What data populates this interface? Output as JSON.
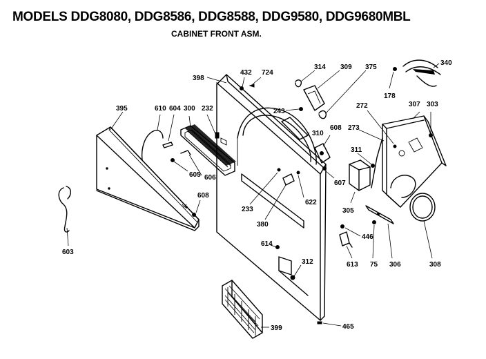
{
  "header": {
    "title": "MODELS DDG8080, DDG8586, DDG8588, DDG9580, DDG9680MBL",
    "subtitle": "CABINET FRONT ASM."
  },
  "parts": [
    {
      "id": "p398",
      "label": "398"
    },
    {
      "id": "p432",
      "label": "432"
    },
    {
      "id": "p724",
      "label": "724"
    },
    {
      "id": "p314",
      "label": "314"
    },
    {
      "id": "p309",
      "label": "309"
    },
    {
      "id": "p375",
      "label": "375"
    },
    {
      "id": "p340",
      "label": "340"
    },
    {
      "id": "p178",
      "label": "178"
    },
    {
      "id": "p395",
      "label": "395"
    },
    {
      "id": "p610",
      "label": "610"
    },
    {
      "id": "p604",
      "label": "604"
    },
    {
      "id": "p300",
      "label": "300"
    },
    {
      "id": "p232",
      "label": "232"
    },
    {
      "id": "p243",
      "label": "243"
    },
    {
      "id": "p272",
      "label": "272"
    },
    {
      "id": "p307",
      "label": "307"
    },
    {
      "id": "p303",
      "label": "303"
    },
    {
      "id": "p310",
      "label": "310"
    },
    {
      "id": "p608a",
      "label": "608"
    },
    {
      "id": "p273",
      "label": "273"
    },
    {
      "id": "p311",
      "label": "311"
    },
    {
      "id": "p605",
      "label": "605"
    },
    {
      "id": "p606",
      "label": "606"
    },
    {
      "id": "p607",
      "label": "607"
    },
    {
      "id": "p622",
      "label": "622"
    },
    {
      "id": "p233",
      "label": "233"
    },
    {
      "id": "p608b",
      "label": "608"
    },
    {
      "id": "p305",
      "label": "305"
    },
    {
      "id": "p380",
      "label": "380"
    },
    {
      "id": "p603",
      "label": "603"
    },
    {
      "id": "p446",
      "label": "446"
    },
    {
      "id": "p614",
      "label": "614"
    },
    {
      "id": "p312",
      "label": "312"
    },
    {
      "id": "p613",
      "label": "613"
    },
    {
      "id": "p75",
      "label": "75"
    },
    {
      "id": "p306",
      "label": "306"
    },
    {
      "id": "p308",
      "label": "308"
    },
    {
      "id": "p399",
      "label": "399"
    },
    {
      "id": "p465",
      "label": "465"
    }
  ]
}
